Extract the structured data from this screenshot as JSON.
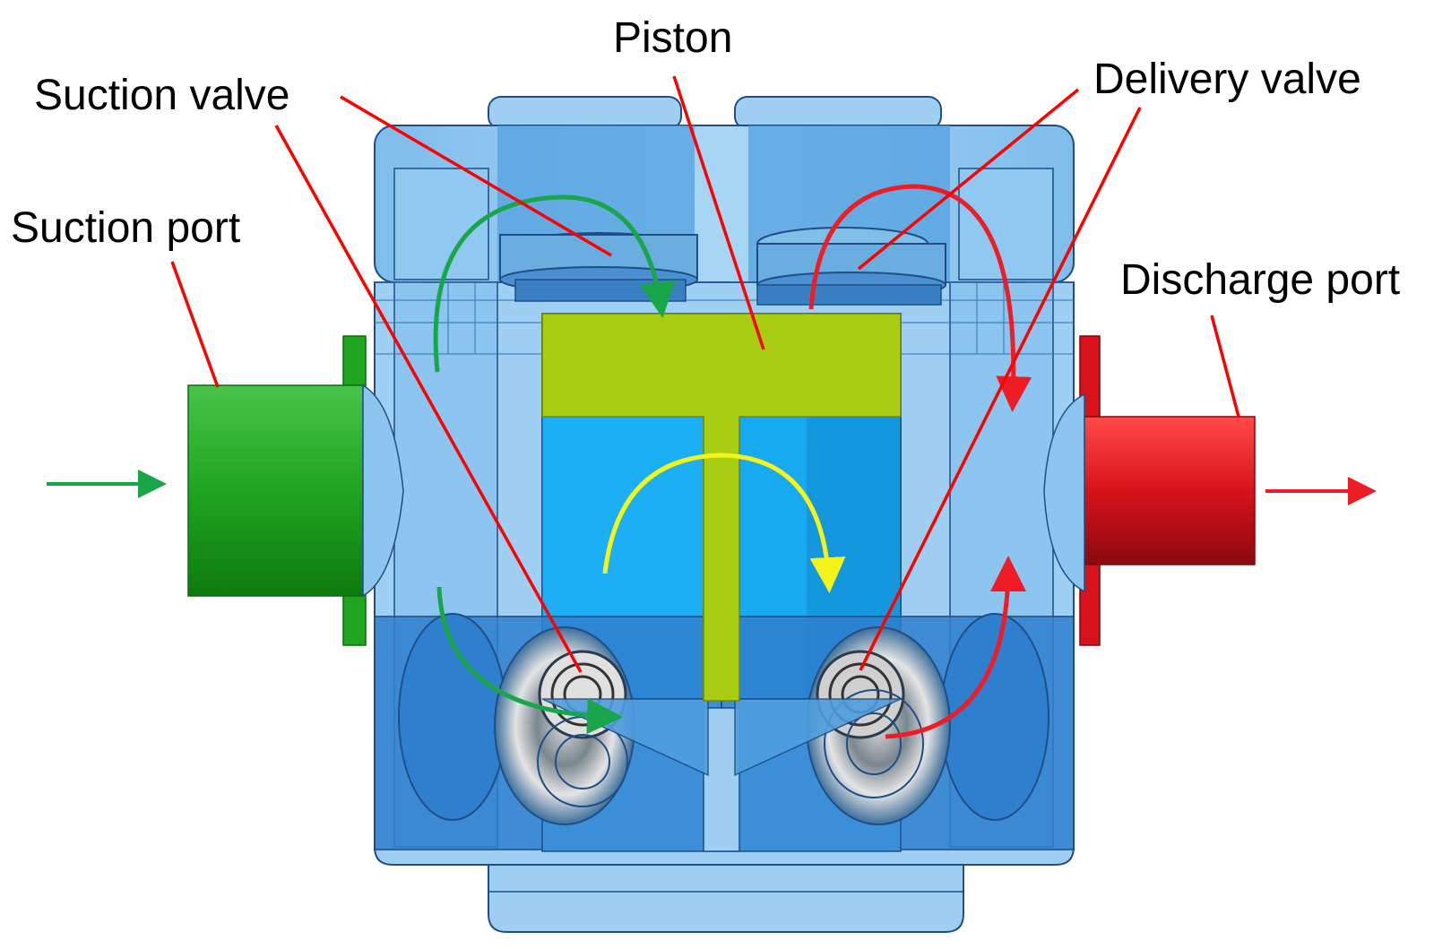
{
  "labels": {
    "piston": "Piston",
    "suction_valve": "Suction valve",
    "delivery_valve": "Delivery valve",
    "suction_port": "Suction port",
    "discharge_port": "Discharge port"
  },
  "colors": {
    "body_light": "#9fd0f3",
    "body_mid": "#5fb2ea",
    "body_dark": "#2f7fcf",
    "chamber": "#17aaf0",
    "outline": "#1f4e86",
    "piston": "#a8cd12",
    "suction_port": "#1fa51f",
    "discharge_port": "#d8121a",
    "suction_flow": "#19a64a",
    "discharge_flow": "#ee1c24",
    "piston_motion": "#f4f41a",
    "leader": "#ff0000",
    "text": "#000000"
  },
  "icons": {
    "suction_arrow": "arrow-right-icon",
    "discharge_arrow": "arrow-right-icon"
  }
}
